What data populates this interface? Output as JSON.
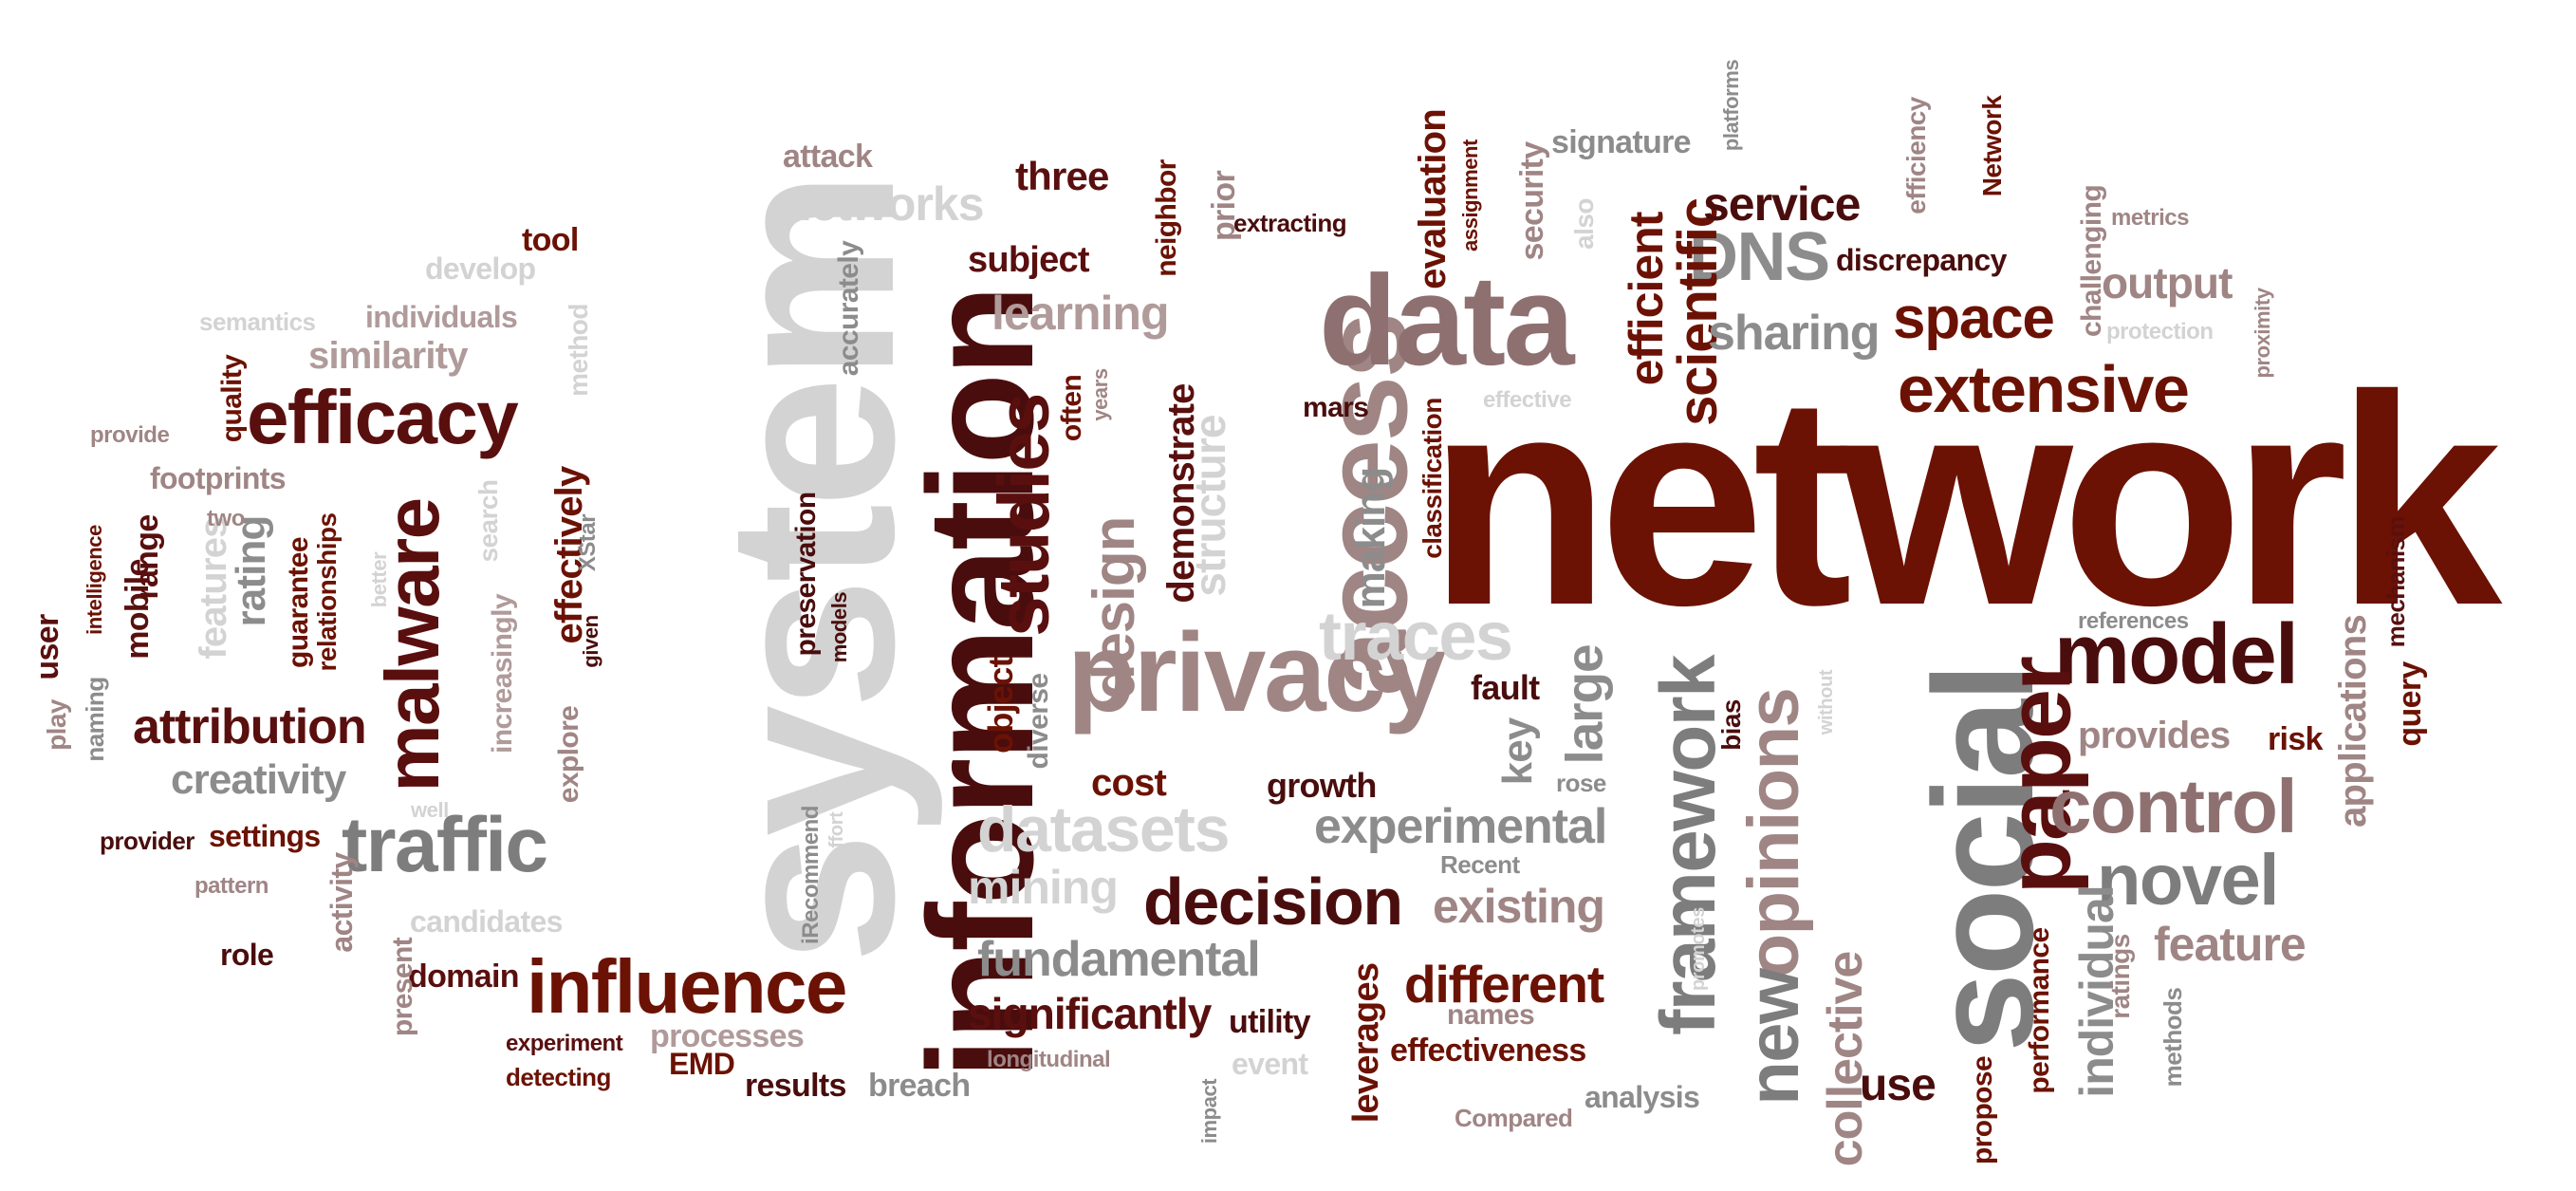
{
  "palette": {
    "dark_red": "#6b1204",
    "maroon": "#5a0f0f",
    "dark_gray": "#7a7a7a",
    "mid_gray": "#8c8c8c",
    "light_gray": "#cfcfcf",
    "mauve": "#9a7a7a",
    "rose": "#b08a8a"
  },
  "words": [
    {
      "text": "network",
      "color": "#6b1204"
    },
    {
      "text": "system",
      "color": "#d3d3d3"
    },
    {
      "text": "information",
      "color": "#4a0d0d"
    },
    {
      "text": "social",
      "color": "#7d7d7d"
    },
    {
      "text": "access",
      "color": "#a08585"
    },
    {
      "text": "data",
      "color": "#8f7070"
    },
    {
      "text": "privacy",
      "color": "#a08585"
    },
    {
      "text": "model",
      "color": "#4a0d0d"
    },
    {
      "text": "efficacy",
      "color": "#5a0f0f"
    },
    {
      "text": "malware",
      "color": "#5a0f0f"
    },
    {
      "text": "traffic",
      "color": "#7d7d7d"
    },
    {
      "text": "influence",
      "color": "#6b1204"
    },
    {
      "text": "paper",
      "color": "#5a0f0f"
    },
    {
      "text": "control",
      "color": "#8f7070"
    },
    {
      "text": "framework",
      "color": "#7d7d7d"
    },
    {
      "text": "novel",
      "color": "#7d7d7d"
    },
    {
      "text": "decision",
      "color": "#4a0d0d"
    },
    {
      "text": "extensive",
      "color": "#6b1204"
    },
    {
      "text": "studies",
      "color": "#5a0f0f"
    },
    {
      "text": "opinions",
      "color": "#a08585"
    },
    {
      "text": "datasets",
      "color": "#d3d3d3"
    },
    {
      "text": "traces",
      "color": "#d3d3d3"
    },
    {
      "text": "new",
      "color": "#7d7d7d"
    },
    {
      "text": "space",
      "color": "#6b1204"
    },
    {
      "text": "DNS",
      "color": "#8c8c8c"
    },
    {
      "text": "design",
      "color": "#a08585"
    },
    {
      "text": "scientific",
      "color": "#6b1204"
    },
    {
      "text": "collective",
      "color": "#a08585"
    },
    {
      "text": "different",
      "color": "#6b1204"
    },
    {
      "text": "experimental",
      "color": "#8c8c8c"
    },
    {
      "text": "fundamental",
      "color": "#8c8c8c"
    },
    {
      "text": "attribution",
      "color": "#5a0f0f"
    },
    {
      "text": "large",
      "color": "#8c8c8c"
    },
    {
      "text": "sharing",
      "color": "#8c8c8c"
    },
    {
      "text": "service",
      "color": "#4a0d0d"
    },
    {
      "text": "feature",
      "color": "#a08585"
    },
    {
      "text": "existing",
      "color": "#a08585"
    },
    {
      "text": "significantly",
      "color": "#5a0f0f"
    },
    {
      "text": "learning",
      "color": "#b09a9a"
    },
    {
      "text": "mining",
      "color": "#d3d3d3"
    },
    {
      "text": "efficient",
      "color": "#6b1204"
    },
    {
      "text": "individual",
      "color": "#8c8c8c"
    },
    {
      "text": "output",
      "color": "#a08585"
    },
    {
      "text": "creativity",
      "color": "#8c8c8c"
    },
    {
      "text": "networks",
      "color": "#d3d3d3"
    },
    {
      "text": "evaluation",
      "color": "#6b1204"
    },
    {
      "text": "demonstrate",
      "color": "#5a0f0f"
    },
    {
      "text": "making",
      "color": "#8c8c8c"
    },
    {
      "text": "structure",
      "color": "#d3d3d3"
    },
    {
      "text": "rating",
      "color": "#8c8c8c"
    },
    {
      "text": "applications",
      "color": "#a08585"
    },
    {
      "text": "provides",
      "color": "#a08585"
    },
    {
      "text": "use",
      "color": "#4a0d0d"
    },
    {
      "text": "cost",
      "color": "#6b1204"
    },
    {
      "text": "key",
      "color": "#8c8c8c"
    },
    {
      "text": "settings",
      "color": "#6b1204"
    },
    {
      "text": "similarity",
      "color": "#b09a9a"
    },
    {
      "text": "features",
      "color": "#d3d3d3"
    },
    {
      "text": "effectively",
      "color": "#6b1204"
    },
    {
      "text": "effectiveness",
      "color": "#6b1204"
    },
    {
      "text": "subject",
      "color": "#5a0f0f"
    },
    {
      "text": "three",
      "color": "#5a0f0f"
    },
    {
      "text": "attack",
      "color": "#a08585"
    },
    {
      "text": "domain",
      "color": "#5a0f0f"
    },
    {
      "text": "results",
      "color": "#4a0d0d"
    },
    {
      "text": "breach",
      "color": "#8c8c8c"
    },
    {
      "text": "processes",
      "color": "#b09a9a"
    },
    {
      "text": "EMD",
      "color": "#6b1204"
    },
    {
      "text": "growth",
      "color": "#4a0d0d"
    },
    {
      "text": "fault",
      "color": "#4a0d0d"
    },
    {
      "text": "object",
      "color": "#6b1204"
    },
    {
      "text": "discrepancy",
      "color": "#4a0d0d"
    },
    {
      "text": "signature",
      "color": "#8c8c8c"
    },
    {
      "text": "security",
      "color": "#a08585"
    },
    {
      "text": "risk",
      "color": "#6b1204"
    },
    {
      "text": "query",
      "color": "#6b1204"
    },
    {
      "text": "performance",
      "color": "#6b1204"
    },
    {
      "text": "leverages",
      "color": "#6b1204"
    },
    {
      "text": "utility",
      "color": "#4a0d0d"
    },
    {
      "text": "mobile",
      "color": "#5a0f0f"
    },
    {
      "text": "range",
      "color": "#5a0f0f"
    },
    {
      "text": "tool",
      "color": "#6b1204"
    },
    {
      "text": "role",
      "color": "#4a0d0d"
    },
    {
      "text": "activity",
      "color": "#a08585"
    },
    {
      "text": "footprints",
      "color": "#a08585"
    },
    {
      "text": "develop",
      "color": "#d3d3d3"
    },
    {
      "text": "individuals",
      "color": "#b09a9a"
    },
    {
      "text": "quality",
      "color": "#6b1204"
    },
    {
      "text": "guarantee",
      "color": "#6b1204"
    },
    {
      "text": "relationships",
      "color": "#6b1204"
    },
    {
      "text": "increasingly",
      "color": "#b09a9a"
    },
    {
      "text": "explore",
      "color": "#a08585"
    },
    {
      "text": "candidates",
      "color": "#d3d3d3"
    },
    {
      "text": "present",
      "color": "#a08585"
    },
    {
      "text": "experiment",
      "color": "#5a0f0f"
    },
    {
      "text": "detecting",
      "color": "#6b1204"
    },
    {
      "text": "longitudinal",
      "color": "#a08585"
    },
    {
      "text": "event",
      "color": "#d3d3d3"
    },
    {
      "text": "names",
      "color": "#a08585"
    },
    {
      "text": "analysis",
      "color": "#8c8c8c"
    },
    {
      "text": "Compared",
      "color": "#a08585"
    },
    {
      "text": "propose",
      "color": "#6b1204"
    },
    {
      "text": "ratings",
      "color": "#a08585"
    },
    {
      "text": "methods",
      "color": "#8c8c8c"
    },
    {
      "text": "mechanism",
      "color": "#5a0f0f"
    },
    {
      "text": "references",
      "color": "#8c8c8c"
    },
    {
      "text": "bias",
      "color": "#4a0d0d"
    },
    {
      "text": "rose",
      "color": "#8c8c8c"
    },
    {
      "text": "Recent",
      "color": "#8c8c8c"
    },
    {
      "text": "prior",
      "color": "#a08585"
    },
    {
      "text": "neighbor",
      "color": "#6b1204"
    },
    {
      "text": "extracting",
      "color": "#4a0d0d"
    },
    {
      "text": "often",
      "color": "#6b1204"
    },
    {
      "text": "years",
      "color": "#a08585"
    },
    {
      "text": "mars",
      "color": "#4a0d0d"
    },
    {
      "text": "classification",
      "color": "#6b1204"
    },
    {
      "text": "effective",
      "color": "#d3d3d3"
    },
    {
      "text": "assignment",
      "color": "#6b1204"
    },
    {
      "text": "also",
      "color": "#d3d3d3"
    },
    {
      "text": "platforms",
      "color": "#8c8c8c"
    },
    {
      "text": "efficiency",
      "color": "#a08585"
    },
    {
      "text": "Network",
      "color": "#6b1204"
    },
    {
      "text": "challenging",
      "color": "#a08585"
    },
    {
      "text": "metrics",
      "color": "#a08585"
    },
    {
      "text": "protection",
      "color": "#d3d3d3"
    },
    {
      "text": "proximity",
      "color": "#a08585"
    },
    {
      "text": "accurately",
      "color": "#8c8c8c"
    },
    {
      "text": "preservation",
      "color": "#4a0d0d"
    },
    {
      "text": "models",
      "color": "#4a0d0d"
    },
    {
      "text": "diverse",
      "color": "#8c8c8c"
    },
    {
      "text": "iRecommend",
      "color": "#8c8c8c"
    },
    {
      "text": "effort",
      "color": "#d3d3d3"
    },
    {
      "text": "impact",
      "color": "#8c8c8c"
    },
    {
      "text": "promotes",
      "color": "#d3d3d3"
    },
    {
      "text": "without",
      "color": "#d3d3d3"
    },
    {
      "text": "XStar",
      "color": "#8c8c8c"
    },
    {
      "text": "given",
      "color": "#4a0d0d"
    },
    {
      "text": "method",
      "color": "#d3d3d3"
    },
    {
      "text": "search",
      "color": "#d3d3d3"
    },
    {
      "text": "better",
      "color": "#d3d3d3"
    },
    {
      "text": "well",
      "color": "#d3d3d3"
    },
    {
      "text": "semantics",
      "color": "#d3d3d3"
    },
    {
      "text": "provide",
      "color": "#a08585"
    },
    {
      "text": "two",
      "color": "#a08585"
    },
    {
      "text": "intelligence",
      "color": "#6b1204"
    },
    {
      "text": "user",
      "color": "#5a0f0f"
    },
    {
      "text": "play",
      "color": "#a08585"
    },
    {
      "text": "naming",
      "color": "#8c8c8c"
    },
    {
      "text": "provider",
      "color": "#4a0d0d"
    },
    {
      "text": "pattern",
      "color": "#a08585"
    }
  ]
}
